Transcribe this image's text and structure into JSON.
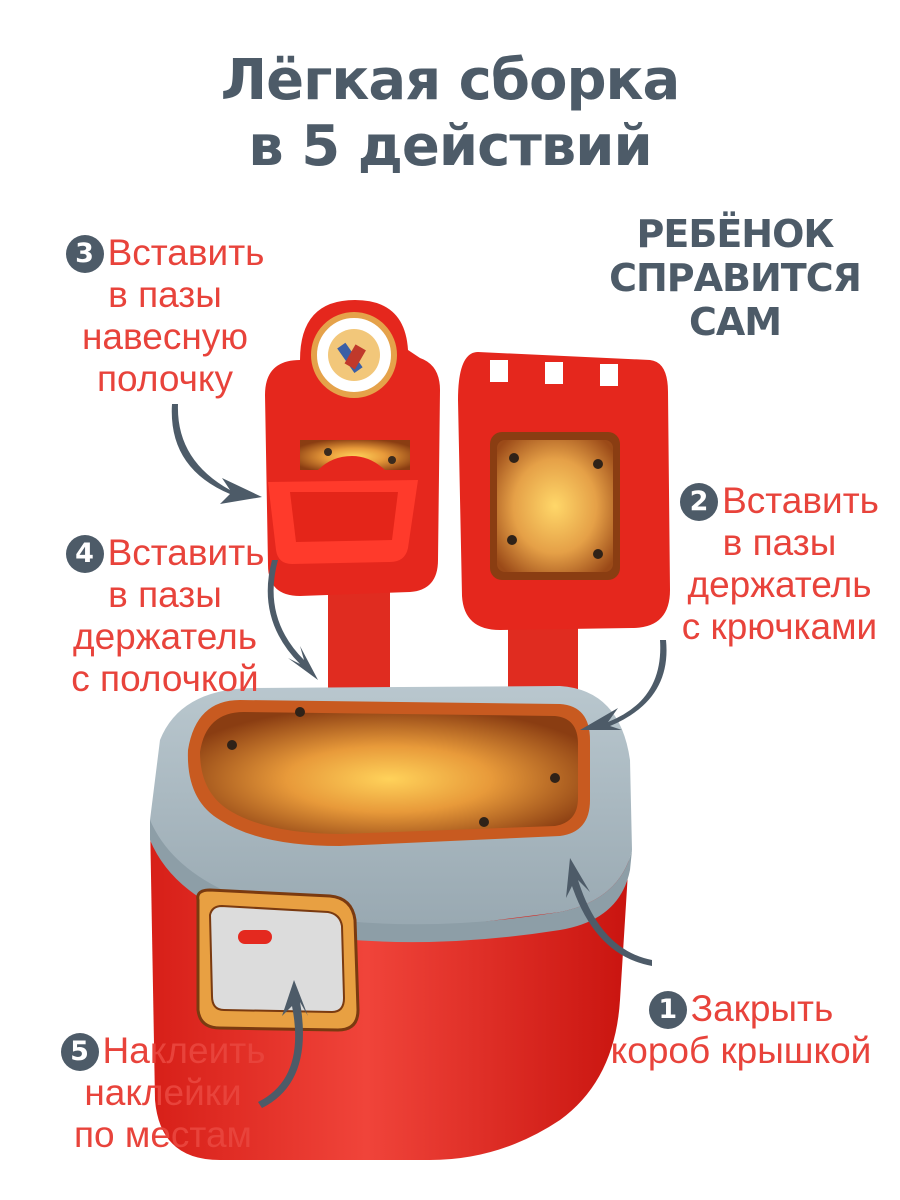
{
  "title": {
    "line1": "Лёгкая сборка",
    "line2": "в 5 действий"
  },
  "claim": {
    "line1": "РЕБЁНОК",
    "line2": "СПРАВИТСЯ",
    "line3": "САМ"
  },
  "steps": {
    "step1": {
      "number": "1",
      "lines": [
        "Закрыть",
        "короб крышкой"
      ]
    },
    "step2": {
      "number": "2",
      "lines": [
        "Вставить",
        "в пазы",
        "держатель",
        "с крючками"
      ]
    },
    "step3": {
      "number": "3",
      "lines": [
        "Вставить",
        "в пазы",
        "навесную",
        "полочку"
      ]
    },
    "step4": {
      "number": "4",
      "lines": [
        "Вставить",
        "в пазы",
        "держатель",
        "с полочкой"
      ]
    },
    "step5": {
      "number": "5",
      "lines": [
        "Наклеить",
        "наклейки",
        "по местам"
      ]
    }
  },
  "colors": {
    "heading": "#4d5b68",
    "step_text": "#e8433b",
    "toy_red": "#e4291f",
    "toy_grey": "#a9b8c0",
    "wood": "#e89a3a"
  },
  "icons": {
    "arrow": "curved-arrow-icon",
    "number_badge": "number-circle-icon"
  }
}
